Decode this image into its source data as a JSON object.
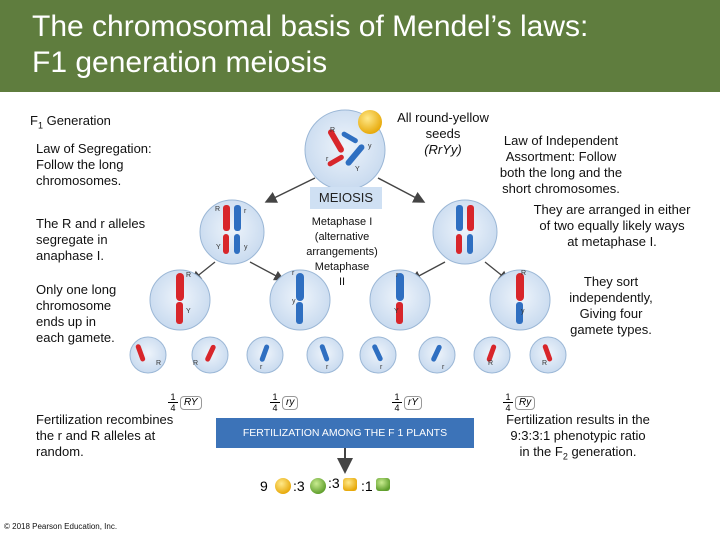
{
  "title": {
    "line1": "The chromosomal basis of Mendel’s laws:",
    "line2": "F1 generation meiosis"
  },
  "f1_generation": {
    "label": "F",
    "sub": "1",
    "rest": " Generation"
  },
  "segregation": {
    "l1": "Law of Segregation:",
    "l2": "Follow the long",
    "l3": "chromosomes."
  },
  "alleles_note": {
    "l1": "The R and r alleles",
    "l2": "segregate in",
    "l3": "anaphase I."
  },
  "one_chrom_note": {
    "l1": "Only one long",
    "l2": "chromosome",
    "l3": "ends up in",
    "l4": "each gamete."
  },
  "seeds": {
    "l1": "All round-yellow",
    "l2": "seeds",
    "l3": "(RrYy)"
  },
  "independent": {
    "l1": "Law of Independent",
    "l2": "Assortment: Follow",
    "l3": "both the long and the",
    "l4": "short chromosomes.",
    "l5": "They are arranged in either",
    "l6": "of two equally likely ways",
    "l7": "at metaphase I."
  },
  "sort_note": {
    "l1": "They sort",
    "l2": "independently,",
    "l3": "Giving four",
    "l4": "gamete types."
  },
  "meiosis_label": "MEIOSIS",
  "metaphase": {
    "l1": "Metaphase I",
    "l2": "(alternative",
    "l3": "arrangements)",
    "l4": "Metaphase",
    "l5": "II"
  },
  "gametes": [
    {
      "num": "1",
      "den": "4",
      "type": "RY"
    },
    {
      "num": "1",
      "den": "4",
      "type": "ry"
    },
    {
      "num": "1",
      "den": "4",
      "type": "rY"
    },
    {
      "num": "1",
      "den": "4",
      "type": "Ry"
    }
  ],
  "fert_recomb": {
    "l1": "Fertilization recombines",
    "l2": "the r and R alleles at",
    "l3": "random."
  },
  "fert_box": "FERTILIZATION AMONG THE F 1 PLANTS",
  "fert_results": {
    "l1": "Fertilization results in the",
    "l2": "9:3:3:1 phenotypic ratio",
    "l3": "in the F",
    "sub": "2",
    "l3b": " generation."
  },
  "ratio": {
    "a": "9",
    "b": ":3",
    "c": ":3",
    "d": ":1"
  },
  "copyright": "© 2018 Pearson Education, Inc.",
  "allele_labels": {
    "R": "R",
    "r": "r",
    "Y": "Y",
    "y": "y"
  },
  "colors": {
    "header": "#5f7d3e",
    "chrom_red": "#d8262b",
    "chrom_blue": "#2f6fc1",
    "cell": "#dbe7f3",
    "box": "#3c73b8",
    "yellow_seed": "#f2c418",
    "green_seed": "#8ac24a"
  }
}
